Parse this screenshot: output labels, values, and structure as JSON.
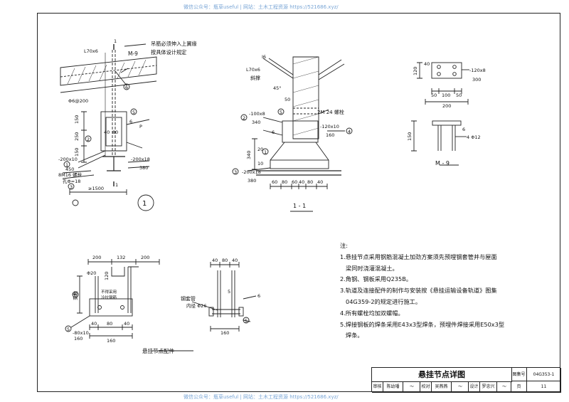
{
  "watermark_top": "微信公众号：瓶草useful | 网站：土木工程资源 https://521686.xyz/",
  "watermark_bottom": "微信公众号：瓶草useful | 网站：土木工程资源 https://521686.xyz/",
  "detail1": {
    "callout_note_line1": "吊筋必须伸入上翼缘",
    "callout_note_line2": "按具体设计规定",
    "section_mark": "1",
    "angle_label": "L70x6",
    "embed_label": "M-9",
    "stirrup_label": "Φ6@200",
    "dim_150": "150",
    "dim_250": "250",
    "dim_150b": "150",
    "dim_40": "40",
    "dim_80": "80",
    "plate1": "-200x10",
    "plate1_len": "450",
    "bolt_label": "8M16  螺栓",
    "hole_label": "孔Φ=18",
    "plate2": "-200x18",
    "plate2_len": "380",
    "dim_1500": "≥1500",
    "circle_num": "1",
    "balloons": [
      "1",
      "2",
      "3",
      "4",
      "5",
      "6"
    ],
    "weld_label": "6",
    "weld_p": "P"
  },
  "section11": {
    "title": "1 - 1",
    "angle_label": "L70x6",
    "brace_label": "斜撑",
    "dim_45": "45°",
    "dim_50": "50",
    "plate_top": "-100x8",
    "plate_top_len": "340",
    "bolt_label": "2M 24 螺栓",
    "plate_side": "-120x10",
    "plate_side_len": "160",
    "plate_bot": "-200x18",
    "plate_bot_len": "380",
    "dim_340": "340",
    "dim_20": "20",
    "dim_10": "10",
    "bottom_dims": [
      "60",
      "80",
      "60",
      "40",
      "80",
      "40"
    ],
    "i_label": "Ⅰ6",
    "weld_6": "6"
  },
  "m9": {
    "title": "M - 9",
    "plate_label": "-120x8",
    "plate_len": "300",
    "dim_120": "120",
    "dim_40": "40",
    "top_dims": [
      "50",
      "100",
      "50"
    ],
    "total": "200",
    "dim_150": "150",
    "bar_label": "4 Φ12",
    "weld_6": "6"
  },
  "parts": {
    "caption": "悬挂节点配件",
    "top_dims": [
      "200",
      "132",
      "200"
    ],
    "dim_120": "120",
    "dim_20": "Φ20",
    "note_line1": "不得采用",
    "note_line2": "冷拉钢筋",
    "plate_label": "-80x10",
    "plate_len": "160",
    "dims_bottom": [
      "40",
      "80",
      "40"
    ],
    "total_160": "160",
    "dim_variable": "变数",
    "right_top_dims": [
      "40",
      "80",
      "40"
    ],
    "sleeve_label": "钢套管",
    "sleeve_sub": "内径 Φ26",
    "right_total": "160",
    "weld_5": "5",
    "weld_6": "6"
  },
  "notes": {
    "heading": "注:",
    "items": [
      "1.悬挂节点采用钢筋混凝土加劲方案须先预埋钢套管并与屋面",
      "  梁同时浇灌混凝土。",
      "2.角钢、钢板采用Q235B。",
      "3.轨道及连接配件的制作与安装按《悬挂运输设备轨道》图集",
      "  04G359-2的规定进行施工。",
      "4.所有螺栓均加双螺帽。",
      "5.焊接钢板的焊条采用E43x3型焊条，预埋件焊接采用E50x3型",
      "  焊条。"
    ]
  },
  "title_block": {
    "title": "悬挂节点详图",
    "atlas_label": "图集号",
    "atlas_no": "04G353-1",
    "page_label": "页",
    "page_no": "11",
    "review_label": "审核",
    "reviewer": "陈幼璠",
    "check_label": "校对",
    "checker": "吴燕燕",
    "design_label": "设计",
    "designer": "罗忠兴"
  }
}
